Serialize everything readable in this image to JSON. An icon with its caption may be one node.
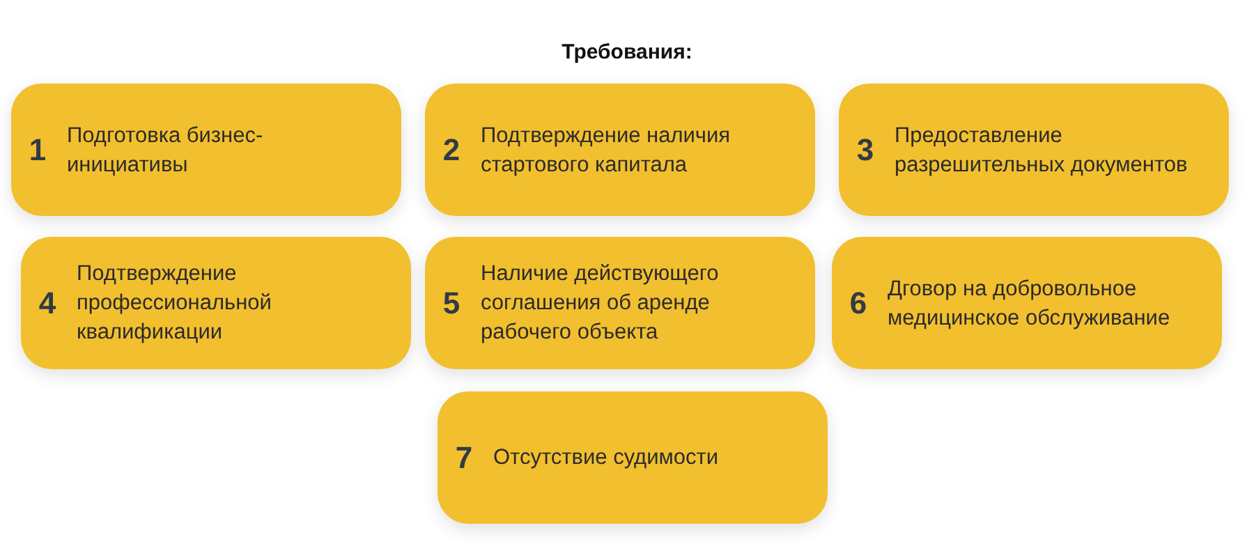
{
  "diagram": {
    "title": "Требования:",
    "nodes": [
      {
        "text": [
          "1",
          "Подготовка бизнес-инициативы"
        ]
      },
      {
        "text": [
          "2",
          "Подтверждение наличия стартового капитала"
        ]
      },
      {
        "text": [
          "3",
          "Предоставление разрешительных документов"
        ]
      },
      {
        "text": [
          "4",
          "Подтверждение профессиональной квалификации"
        ]
      },
      {
        "text": [
          "5",
          "Наличие действующего соглашения об аренде рабочего объекта"
        ]
      },
      {
        "text": [
          "6",
          "Дговор на добровольное медицинское обслуживание"
        ]
      },
      {
        "text": [
          "7",
          "Отсутствие судимости"
        ]
      }
    ]
  }
}
